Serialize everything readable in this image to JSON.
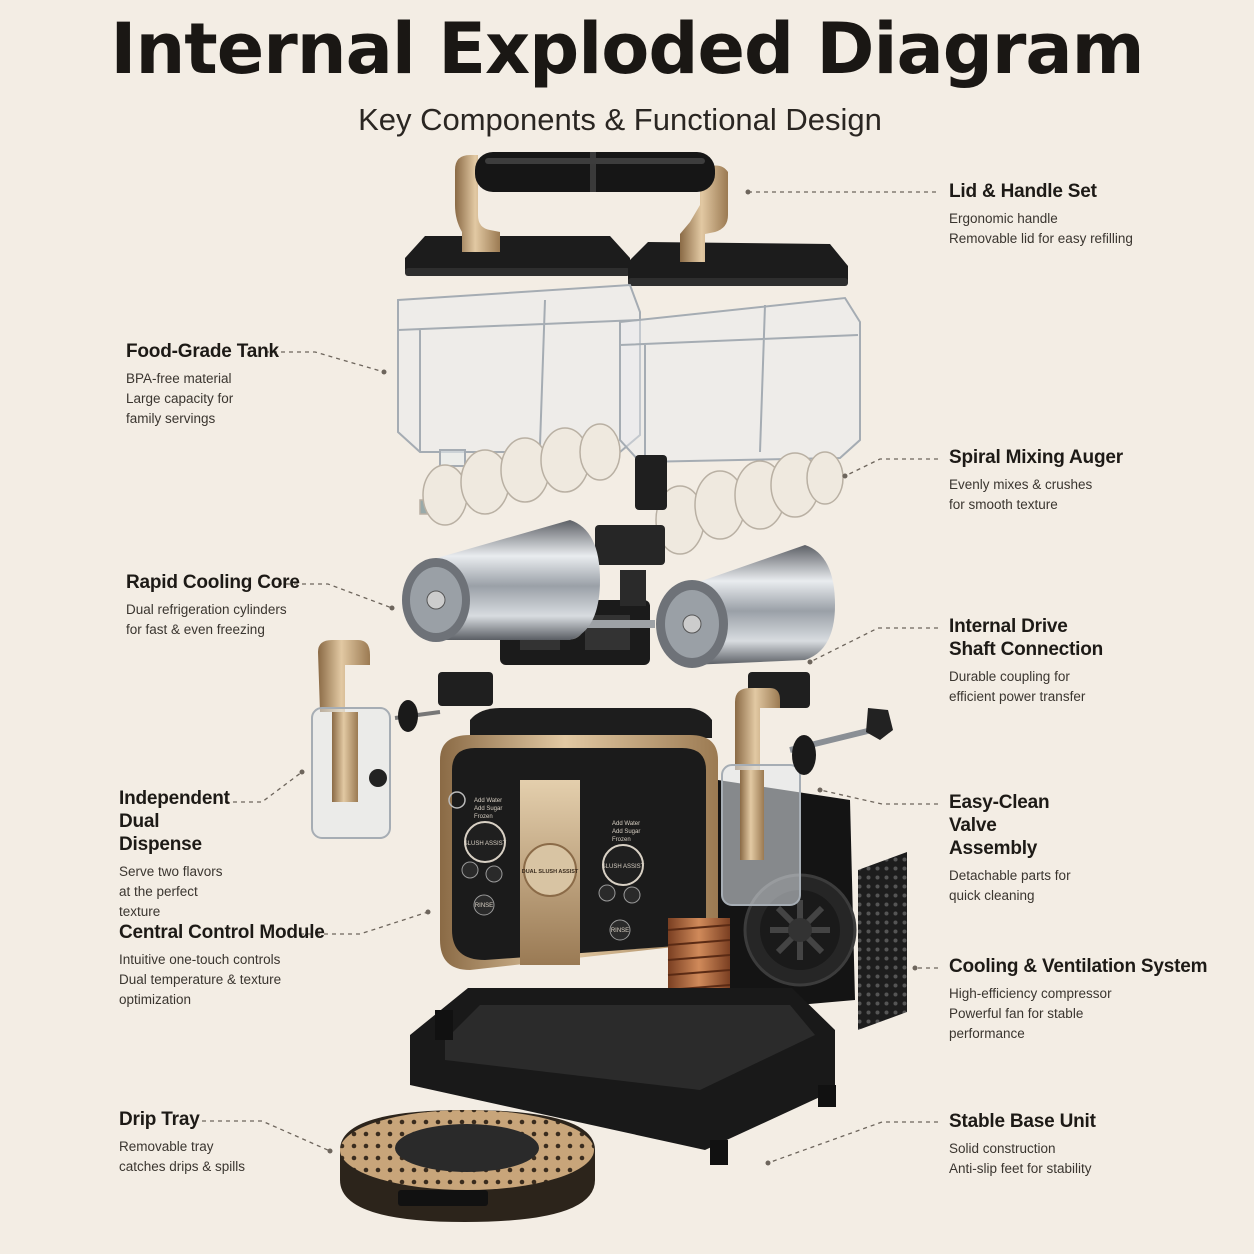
{
  "header": {
    "title": "Internal Exploded Diagram",
    "subtitle": "Key Components & Functional Design"
  },
  "callouts": [
    {
      "id": "lid-handle",
      "title": "Lid & Handle Set",
      "lines": [
        "Ergonomic handle",
        "Removable lid for easy refilling"
      ]
    },
    {
      "id": "food-tank",
      "title": "Food-Grade Tank",
      "lines": [
        "BPA-free material",
        "Large capacity for",
        "family servings"
      ]
    },
    {
      "id": "auger",
      "title": "Spiral Mixing Auger",
      "lines": [
        "Evenly mixes & crushes",
        "for smooth texture"
      ]
    },
    {
      "id": "cooling-core",
      "title": "Rapid Cooling Core",
      "lines": [
        "Dual refrigeration cylinders",
        "for fast & even freezing"
      ]
    },
    {
      "id": "drive-shaft",
      "title": "Internal Drive Shaft Connection",
      "lines": [
        "Durable coupling for",
        "efficient power transfer"
      ]
    },
    {
      "id": "dual-dispense",
      "title": "Independent Dual Dispense",
      "lines": [
        "Serve two flavors",
        "at the perfect texture"
      ]
    },
    {
      "id": "valve",
      "title": "Easy-Clean Valve Assembly",
      "lines": [
        "Detachable parts for",
        "quick cleaning"
      ]
    },
    {
      "id": "control",
      "title": "Central Control Module",
      "lines": [
        "Intuitive one-touch controls",
        "Dual temperature & texture",
        "optimization"
      ]
    },
    {
      "id": "ventilation",
      "title": "Cooling & Ventilation System",
      "lines": [
        "High-efficiency compressor",
        "Powerful fan for stable",
        "performance"
      ]
    },
    {
      "id": "drip-tray",
      "title": "Drip Tray",
      "lines": [
        "Removable tray",
        "catches drips & spills"
      ]
    },
    {
      "id": "base",
      "title": "Stable Base Unit",
      "lines": [
        "Solid construction",
        "Anti-slip feet for stability"
      ]
    }
  ],
  "panel": {
    "center_label": "DUAL SLUSH ASSIST",
    "left": {
      "menu": [
        "Add Water",
        "Add Sugar",
        "Frozen"
      ],
      "knob": "SLUSH ASSIST",
      "button": "RINSE"
    },
    "right": {
      "menu": [
        "Add Water",
        "Add Sugar",
        "Frozen"
      ],
      "knob": "SLUSH ASSIST",
      "button": "RINSE"
    }
  },
  "colors": {
    "background": "#f3ede4",
    "gold": "#c8a57a",
    "body": "#1e1e1e",
    "leader": "#6d655c"
  }
}
